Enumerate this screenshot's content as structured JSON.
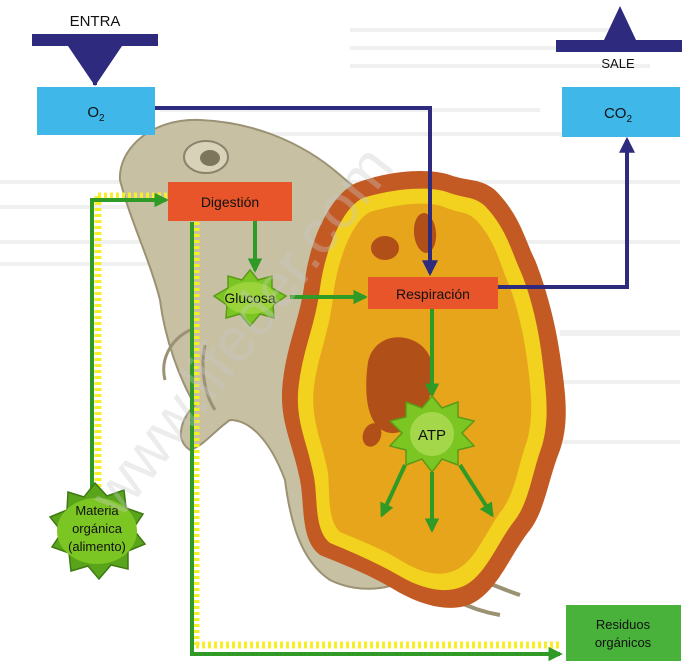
{
  "diagram": {
    "entra_label": "ENTRA",
    "sale_label": "SALE",
    "o2": {
      "base": "O",
      "sub": "2"
    },
    "co2": {
      "base": "CO",
      "sub": "2"
    },
    "digestion": "Digestión",
    "glucosa": "Glucosa",
    "respiracion": "Respiración",
    "atp": "ATP",
    "materia_lines": [
      "Materia",
      "orgánica",
      "(alimento)"
    ],
    "residuos_lines": [
      "Residuos",
      "orgánicos"
    ],
    "watermark": "www.lifeder.com"
  },
  "colors": {
    "navy": "#2e2a7e",
    "cyan_box": "#3fb7e8",
    "orange_box": "#e8552a",
    "green_arrow": "#2f9a25",
    "green_star": "#7cc623",
    "yellow_dots": "#f5ee28",
    "cell_outer": "#c35a24",
    "cell_yellow": "#f2d21e",
    "cell_inner": "#e7a51b",
    "nucleus": "#b14f18",
    "frog": "#c7c0a3",
    "residuos_box": "#48b23a"
  },
  "icons": {
    "entra_marker": "down-triangle-icon",
    "sale_marker": "up-triangle-icon"
  }
}
